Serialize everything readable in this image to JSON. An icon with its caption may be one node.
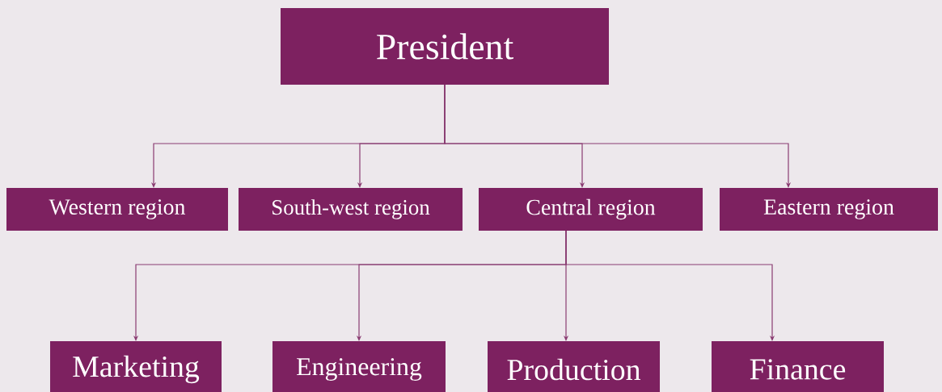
{
  "diagram": {
    "nodes": [
      {
        "text": [
          "President"
        ]
      },
      {
        "text": [
          "Western region"
        ]
      },
      {
        "text": [
          "South-west region"
        ]
      },
      {
        "text": [
          "Central region"
        ]
      },
      {
        "text": [
          "Eastern region"
        ]
      },
      {
        "text": [
          "Marketing"
        ]
      },
      {
        "text": [
          "Engineering"
        ]
      },
      {
        "text": [
          "Production"
        ]
      },
      {
        "text": [
          "Finance"
        ]
      }
    ],
    "edges": [
      {
        "from": 0,
        "to": 1,
        "arrow": "to"
      },
      {
        "from": 0,
        "to": 2,
        "arrow": "to"
      },
      {
        "from": 0,
        "to": 3,
        "arrow": "to"
      },
      {
        "from": 0,
        "to": 4,
        "arrow": "to"
      },
      {
        "from": 3,
        "to": 5,
        "arrow": "to"
      },
      {
        "from": 3,
        "to": 6,
        "arrow": "to"
      },
      {
        "from": 3,
        "to": 7,
        "arrow": "to"
      },
      {
        "from": 3,
        "to": 8,
        "arrow": "to"
      }
    ]
  }
}
